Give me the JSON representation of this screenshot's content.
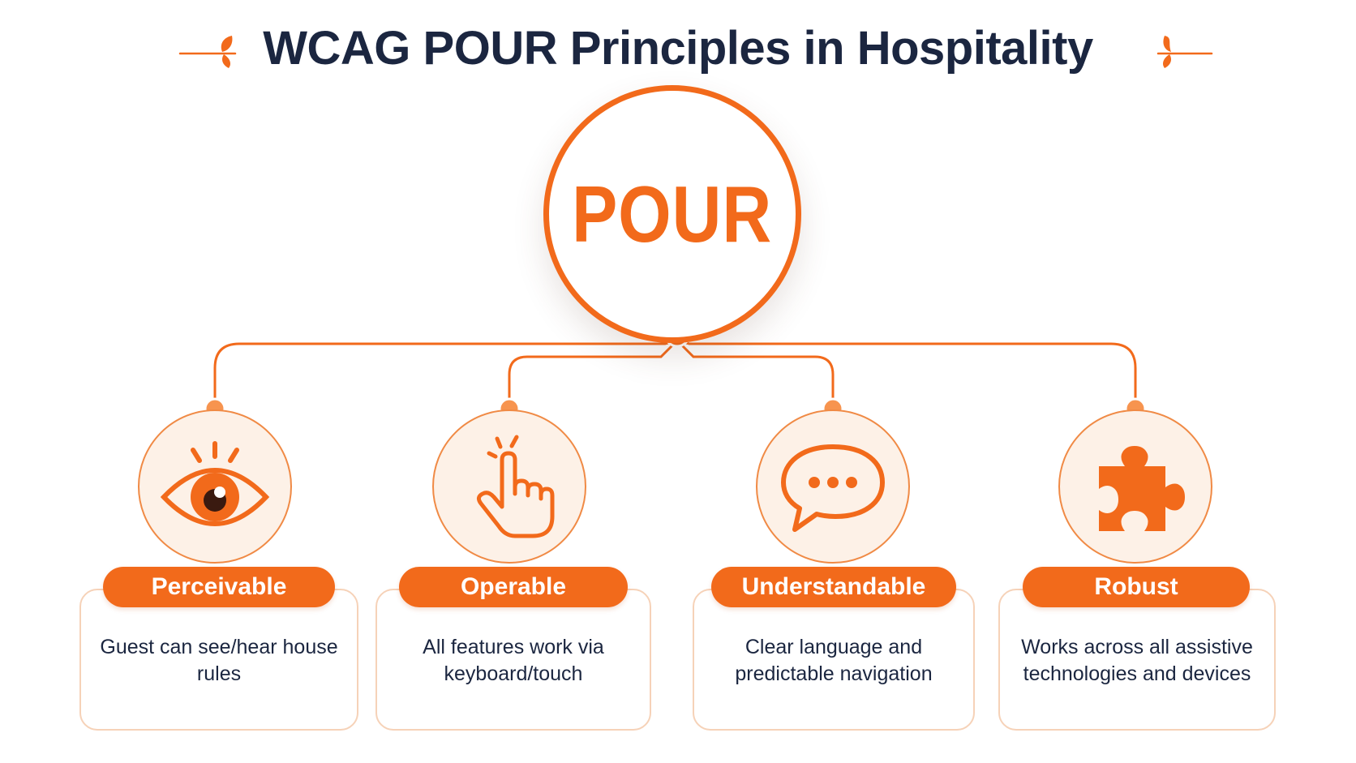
{
  "title": "WCAG POUR Principles in Hospitality",
  "hub": {
    "label": "POUR"
  },
  "principles": [
    {
      "label": "Perceivable",
      "description": "Guest can see/hear house rules",
      "icon": "eye-icon"
    },
    {
      "label": "Operable",
      "description": "All features work via keyboard/touch",
      "icon": "pointing-hand-icon"
    },
    {
      "label": "Understandable",
      "description": "Clear language and predictable navigation",
      "icon": "speech-bubble-icon"
    },
    {
      "label": "Robust",
      "description": "Works across all assistive technologies and devices",
      "icon": "puzzle-piece-icon"
    }
  ],
  "colors": {
    "accent": "#f26a1b",
    "title": "#1b2640",
    "icon_bg": "#fdf1e7",
    "card_border": "#f6d2b8"
  }
}
